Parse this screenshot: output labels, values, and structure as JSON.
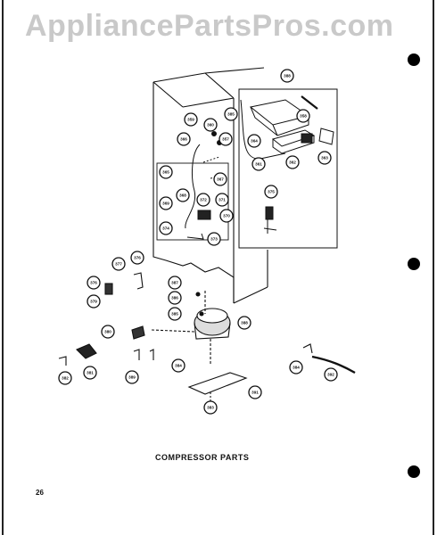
{
  "watermark": "AppliancePartsPros.com",
  "caption": "COMPRESSOR PARTS",
  "page_number": "26",
  "callouts": [
    "388",
    "359",
    "360",
    "385",
    "366",
    "357",
    "358",
    "364",
    "361",
    "362",
    "363",
    "365",
    "367",
    "368",
    "369",
    "372",
    "371",
    "370",
    "374",
    "373",
    "375",
    "377",
    "376",
    "376",
    "379",
    "387",
    "386",
    "385",
    "388",
    "380",
    "381",
    "382",
    "384",
    "389",
    "391",
    "383",
    "384",
    "392"
  ]
}
